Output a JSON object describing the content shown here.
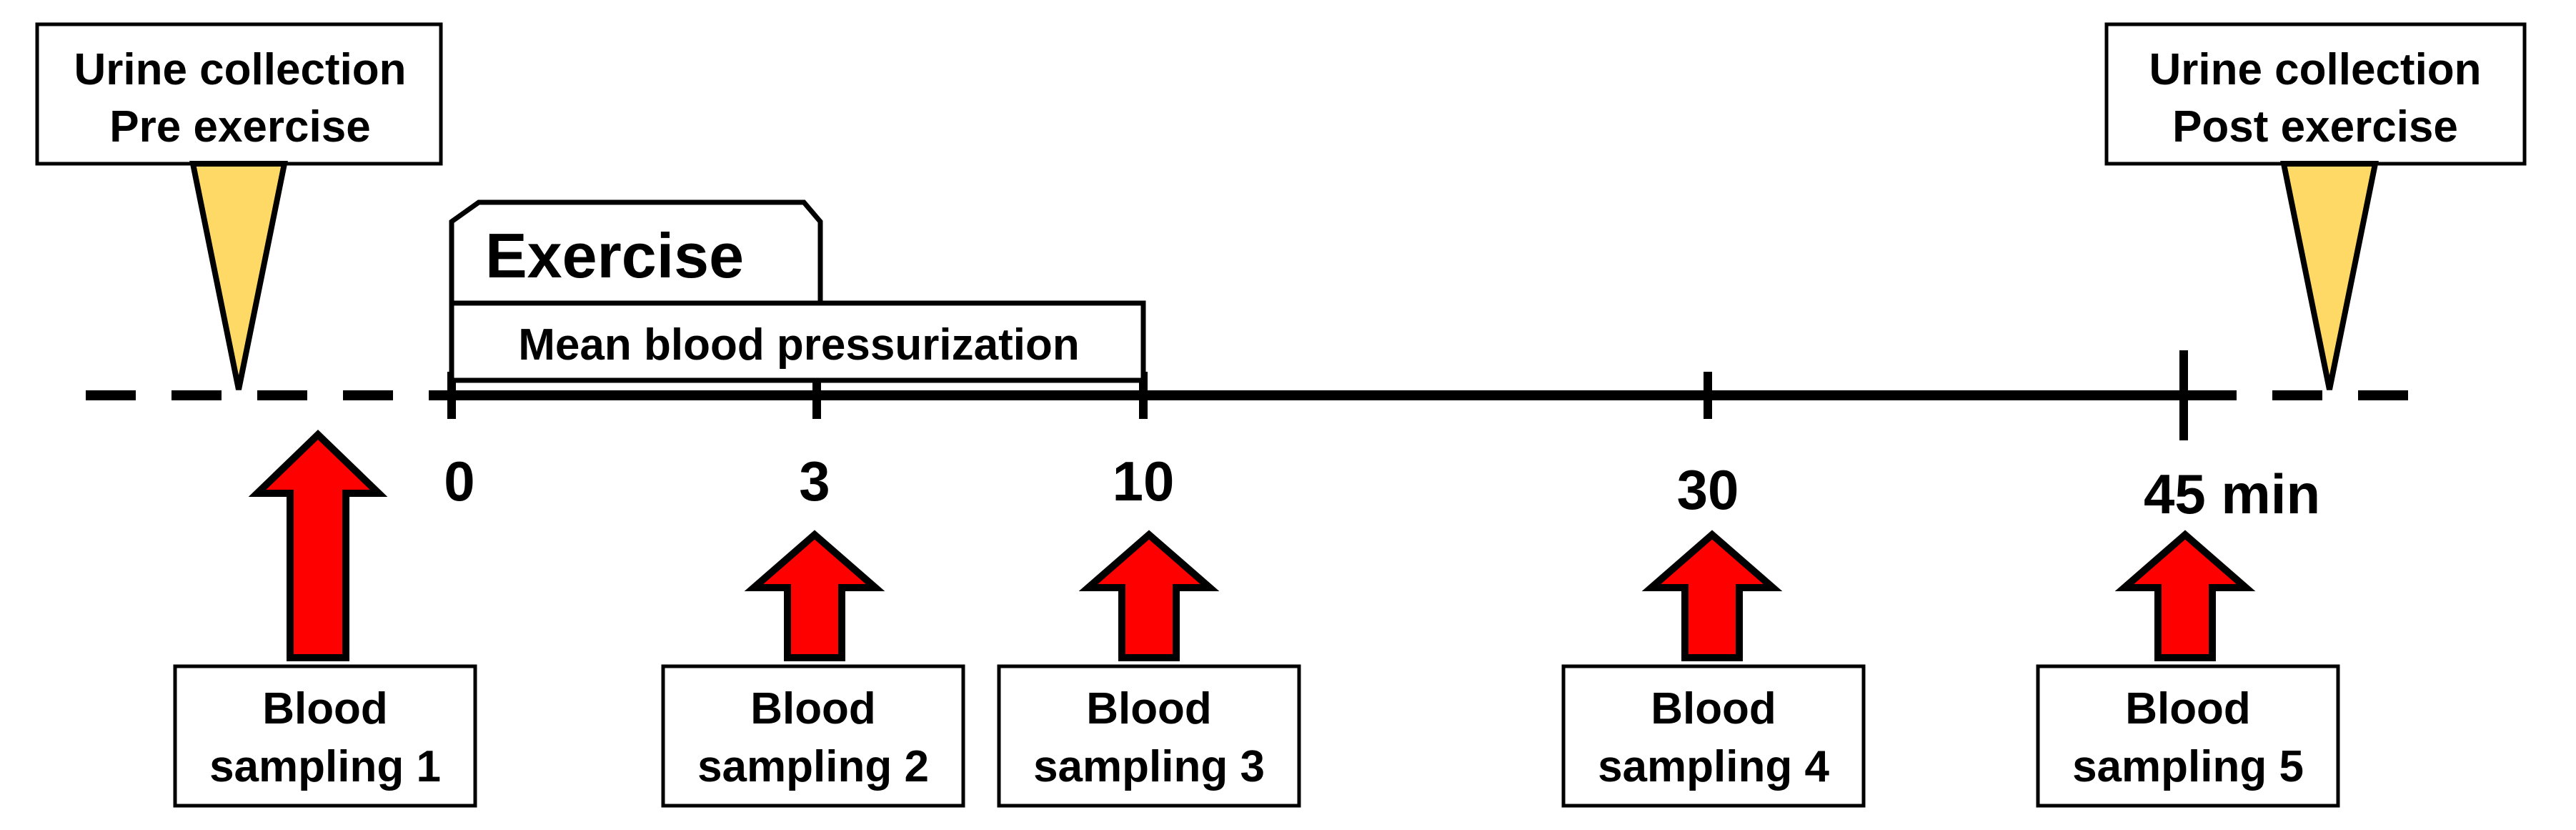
{
  "urine_pre": {
    "line1": "Urine collection",
    "line2": "Pre exercise"
  },
  "urine_post": {
    "line1": "Urine collection",
    "line2": "Post exercise"
  },
  "exercise_label": "Exercise",
  "pressurization_label": "Mean blood pressurization",
  "timeline": {
    "ticks": [
      "0",
      "3",
      "10",
      "30",
      "45 min"
    ]
  },
  "blood_samples": [
    {
      "line1": "Blood",
      "line2": "sampling 1"
    },
    {
      "line1": "Blood",
      "line2": "sampling 2"
    },
    {
      "line1": "Blood",
      "line2": "sampling 3"
    },
    {
      "line1": "Blood",
      "line2": "sampling 4"
    },
    {
      "line1": "Blood",
      "line2": "sampling 5"
    }
  ],
  "colors": {
    "arrow_fill": "#ff0000",
    "urine_marker_fill": "#ffd966",
    "stroke": "#000000"
  }
}
